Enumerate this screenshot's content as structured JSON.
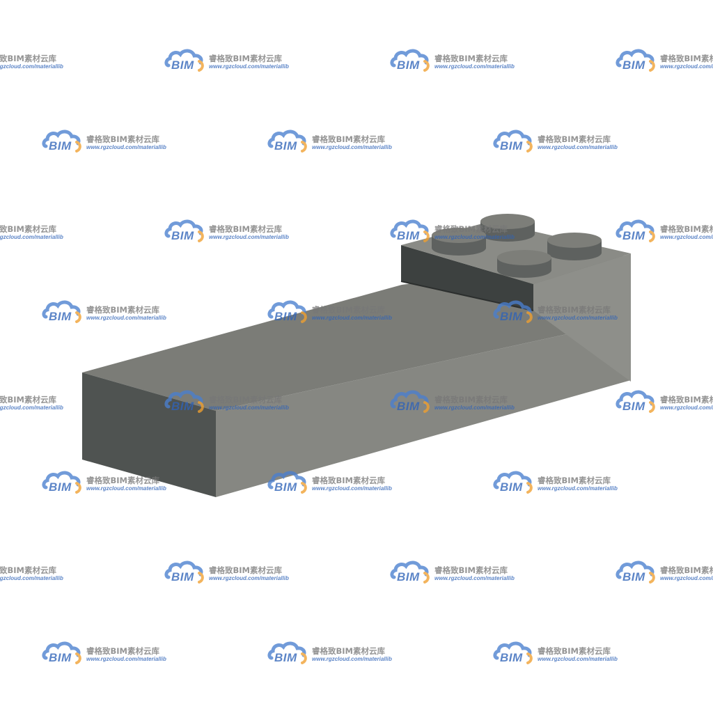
{
  "model": {
    "object": "lego-style brick (1x6 base with 2x2 stud block)",
    "colors": {
      "top_face": "#7b7c77",
      "front_face": "#868782",
      "end_face": "#4f5351",
      "block_top": "#8a8b86",
      "block_front": "#3d4140",
      "block_right": "#8e8f8a",
      "stud_top": "#7d7e79",
      "stud_side": "#5e615f"
    }
  },
  "watermark": {
    "brand_mark": "BIM",
    "title": "睿格致BIM素材云库",
    "url": "www.rgzcloud.com/materiallib",
    "colors": {
      "cloud_blue": "#4a7fcf",
      "cloud_orange": "#f0a030",
      "text_gray": "#777777",
      "text_blue": "#2f63b8"
    }
  }
}
